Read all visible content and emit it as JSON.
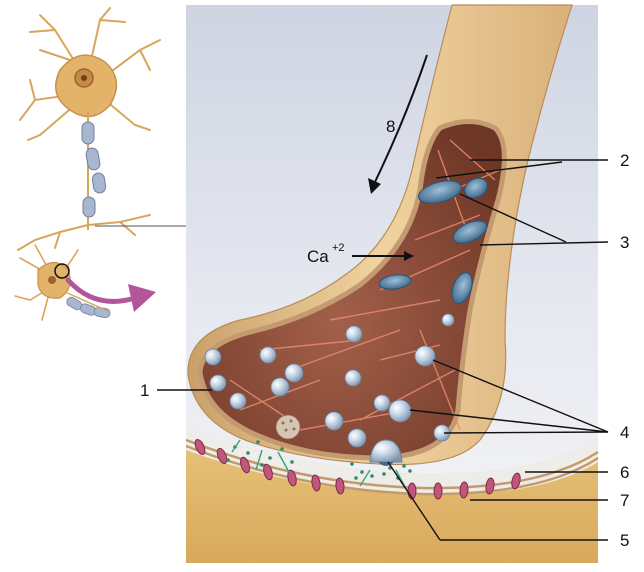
{
  "labels": {
    "l1": "1",
    "l2": "2",
    "l3": "3",
    "l4": "4",
    "l5": "5",
    "l6": "6",
    "l7": "7",
    "l8": "8",
    "calcium_base": "Ca",
    "calcium_charge": "+2"
  },
  "colors": {
    "axon_skin": "#e6c48e",
    "terminal_inner": "#8a4a35",
    "terminal_rim": "#c49a70",
    "postsynaptic": "#e2b970",
    "cleft": "#eef2f6",
    "receptor": "#c2567a",
    "vesicle": "#b8c8dc",
    "mitochondrion": "#5b86a8",
    "neuron_body": "#e4b36a",
    "myelin": "#a9b6cf",
    "arrow_magenta": "#b2559a"
  }
}
